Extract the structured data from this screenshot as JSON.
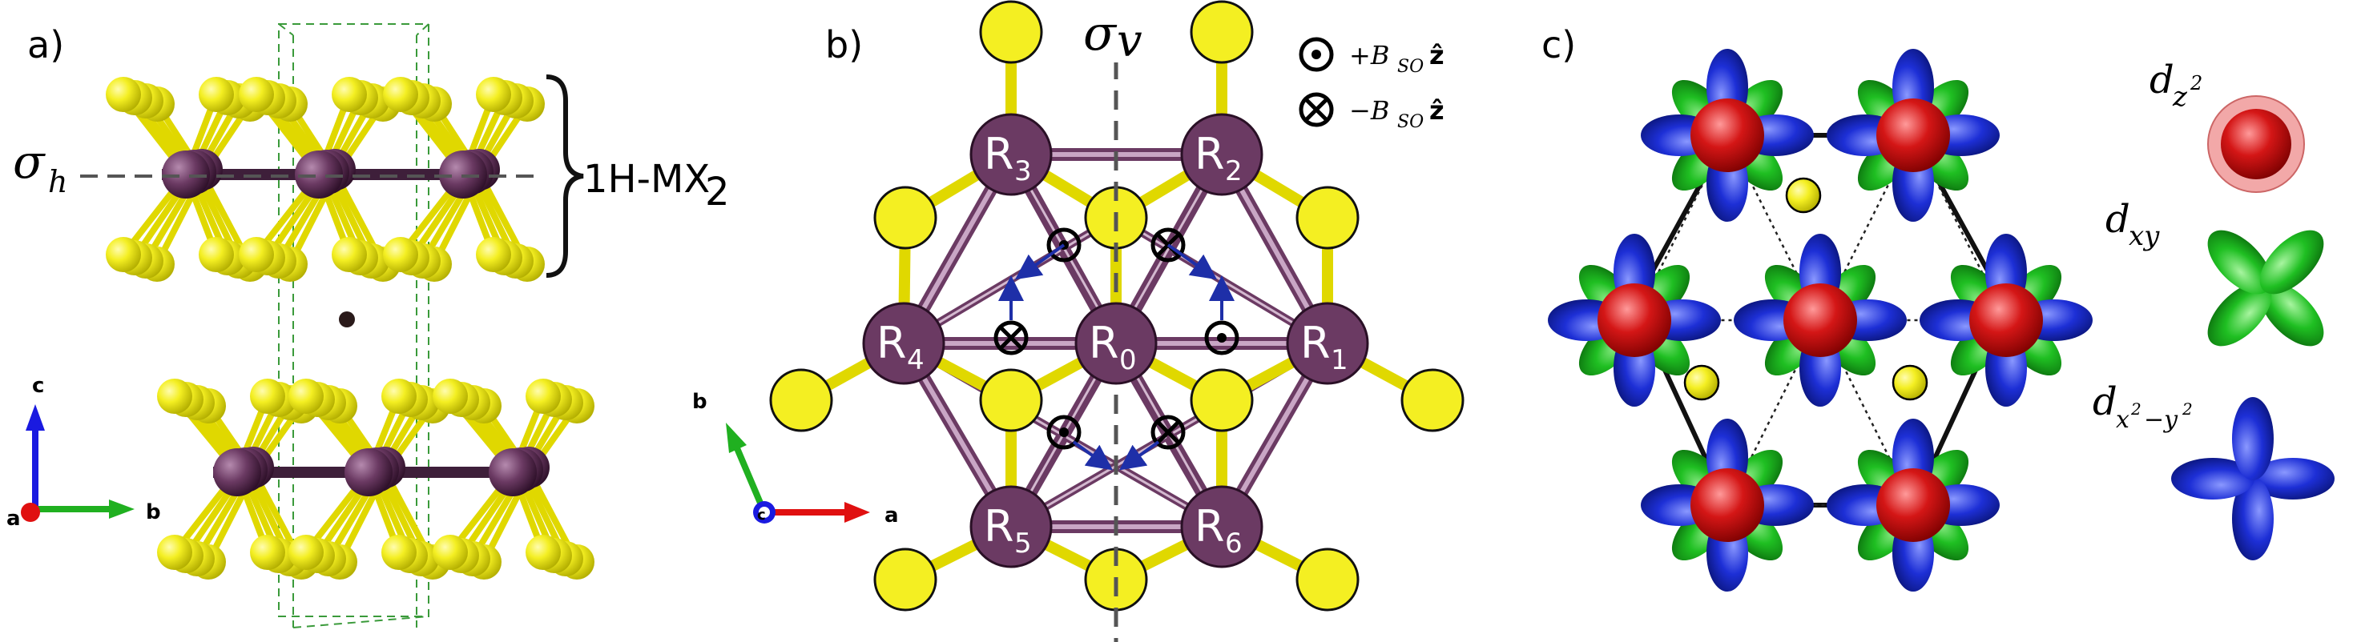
{
  "panel_a": {
    "label": "a)",
    "sigma_h": "σ",
    "sigma_h_sub": "h",
    "layer_label": "1H-MX",
    "layer_label_sub": "2",
    "axis_c": "c",
    "axis_b": "b",
    "axis_a": "a"
  },
  "panel_b": {
    "label": "b)",
    "sigma_v": "σ",
    "sigma_v_sub": "v",
    "legend_plus": "+B",
    "legend_minus": "−B",
    "legend_sub": "SO",
    "legend_vec": "ẑ",
    "site_letter": "R",
    "sites": [
      "0",
      "1",
      "2",
      "3",
      "4",
      "5",
      "6"
    ],
    "axis_b": "b",
    "axis_a": "a",
    "axis_c": "c"
  },
  "panel_c": {
    "label": "c)",
    "orbital_z2_base": "d",
    "orbital_z2_sub": "z",
    "orbital_z2_sup": "2",
    "orbital_xy_base": "d",
    "orbital_xy_sub": "xy",
    "orbital_x2y2_base": "d",
    "orbital_x2y2_sub": "x",
    "orbital_x2y2_sub_tail": "−y",
    "orbital_x2y2_sup": "2"
  },
  "colors": {
    "metal": "#6b3a63",
    "metal_dark": "#3e1f3a",
    "chalcogen": "#f4ef22",
    "bond": "#8a5a86",
    "arrow_blue": "#1e2fa8",
    "orbital_red": "#d41616",
    "orbital_green": "#1fbf22",
    "orbital_blue": "#1d2fd6",
    "axis_red": "#e01010",
    "axis_green": "#20b020",
    "axis_blue": "#1a1ae0"
  }
}
